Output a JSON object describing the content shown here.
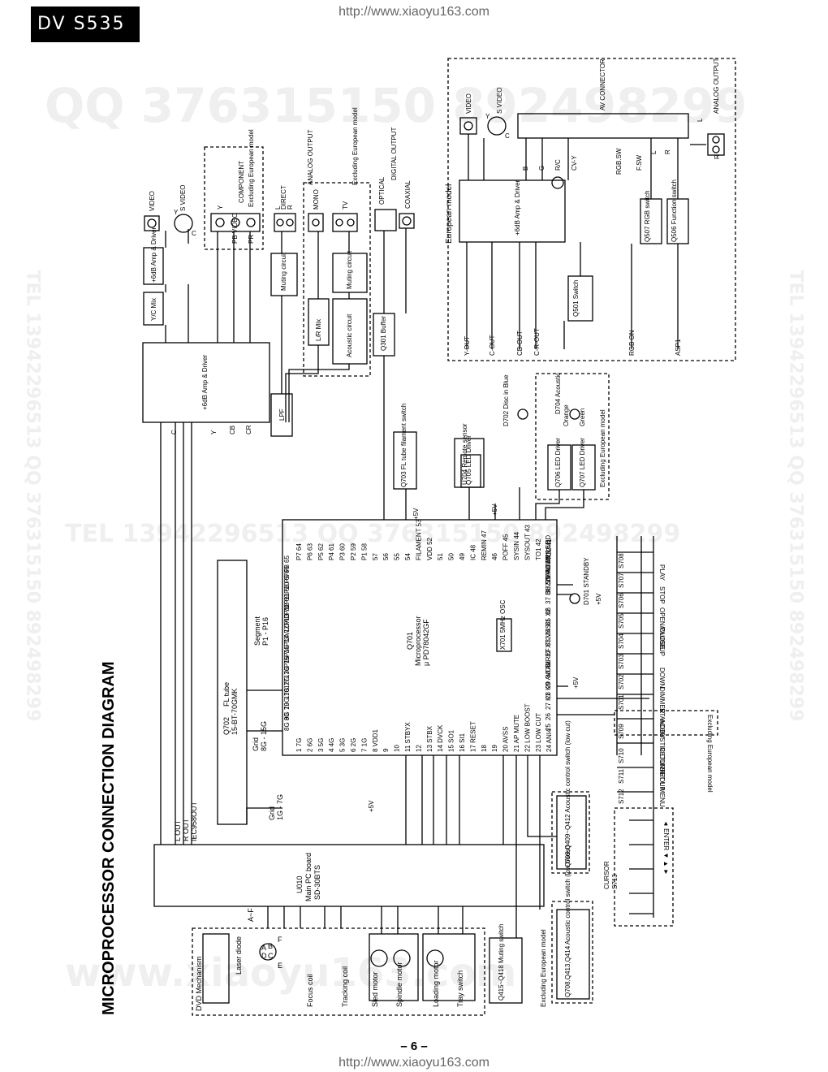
{
  "header": {
    "model_badge": "DV S535",
    "url_top": "http://www.xiaoyu163.com",
    "url_bottom": "http://www.xiaoyu163.com",
    "page_number": "– 6 –"
  },
  "watermarks": {
    "qq_line": "QQ 376315150  892498299",
    "tel_line": "TEL 13942296513  QQ 376315150  892498299",
    "www_line": "www.xiaoyu163.com",
    "side_left": "TEL 13942296513  QQ 376315150  892498299",
    "side_right": "TEL 13942296513  QQ 376315150  892498299"
  },
  "title": "MICROPROCESSOR CONNECTION DIAGRAM",
  "dvd_mechanism": {
    "title": "DVD Mechanism",
    "laser": "Laser diode",
    "focus": "Focus coil",
    "tracking": "Tracking coil",
    "sled": "Sled motor",
    "spindle": "Spindle motor",
    "loading": "Loading motor",
    "tray": "Tray switch",
    "pd_letters": [
      "E",
      "A",
      "B",
      "D",
      "C",
      "F"
    ]
  },
  "main_board": {
    "name": "U010",
    "line2": "Main PC board",
    "line3": "SD-30BTS",
    "af": "A~F",
    "outputs": [
      "L OUT",
      "R OUT",
      "IEC958OUT"
    ]
  },
  "fl_tube": {
    "ref": "Q702",
    "name": "FL tube",
    "part": "15-BT-70GMK",
    "segment": "Segment",
    "segment_range": "P1 - P16",
    "grid_a": "Grid",
    "grid_a_range": "8G - 15G",
    "grid_b": "Grid",
    "grid_b_range": "1G - 7G"
  },
  "micro": {
    "ref": "Q701",
    "name": "Microprocessor",
    "part": "μ PD78042GF",
    "pins_bottom": [
      "1 7G",
      "2 6G",
      "3 5G",
      "4 4G",
      "5 3G",
      "6 2G",
      "7 1G",
      "8 VDD1",
      "9",
      "10",
      "11 STBYX",
      "12",
      "13 STBX",
      "14 DVCK",
      "15 SO1",
      "16 SI1",
      "17 RESET",
      "18",
      "19",
      "20 AVSS",
      "21 AP MUTE",
      "22 LOW BOOST",
      "23 LOW CUT",
      "24 ANI4"
    ],
    "pins_left": [
      "8G 80",
      "9G 79",
      "10G 78",
      "11G 77",
      "12G 76",
      "13G 75",
      "P16 74",
      "P15 73",
      "P14 72",
      "VLOAD 71",
      "P13 70",
      "P12 69",
      "P11 68",
      "P10 67",
      "P9 66",
      "P8 65"
    ],
    "pins_right": [
      "25",
      "26",
      "27 K1",
      "28 K0",
      "29 AVDD",
      "30 AVREF",
      "31",
      "32 XT2",
      "33 VSS",
      "34 X1",
      "35 X2",
      "36",
      "37 BUZZER",
      "38 STANDBY LED",
      "39 POWER LED",
      "40 TI1"
    ],
    "pins_top": [
      "P7 64",
      "P6 63",
      "P5 62",
      "P4 61",
      "P3 60",
      "P2 59",
      "P1 58",
      "57",
      "56",
      "55",
      "54",
      "FILAMENT 53",
      "VDD 52",
      "51",
      "50",
      "49",
      "IC 48",
      "REMIN 47",
      "46",
      "POFF 45",
      "SYSIN 44",
      "SYSOUT 43",
      "TO1 42",
      "TO2 41"
    ],
    "v5_labels": [
      "+5V",
      "+5V",
      "+5V",
      "+5V",
      "+5V"
    ]
  },
  "switches": {
    "labels": [
      "PLAY",
      "STOP",
      "OPEN/CLOSE",
      "PAUSE",
      "UP",
      "DOWN",
      "DIMMER",
      "STANDBY"
    ],
    "refs": [
      "S708",
      "S707",
      "S706",
      "S705",
      "S704",
      "S703",
      "S702",
      "S701"
    ],
    "lower_labels": [
      "ACOUSTIC CONTROL",
      "RETURN",
      "SET UP",
      "MENU"
    ],
    "lower_refs": [
      "S709",
      "S710",
      "S711",
      "S712"
    ],
    "excluding": "Excluding European model",
    "cursor": "CURSOR",
    "cursor_ref": "S713",
    "cursor_keys": "◄ ENTER ▼ ▲ ►"
  },
  "blocks": {
    "osc": "X701 5MHz OSC",
    "d701": "D701 STANDBY",
    "remote": "U704 Remote sensor",
    "d702": "D702 Disc in Blue",
    "d704": "D704 Acoustic",
    "orange": "Orange",
    "green": "Green",
    "q705": "Q705 LED Driver",
    "q706": "Q706 LED Driver",
    "q707": "Q707 LED Driver",
    "excl_led": "Excluding European model",
    "q703": "Q703 FL tube filament switch",
    "q709": "Q709,Q409~Q412 Acoustic control switch (low cut)",
    "q708": "Q708,Q413,Q414 Acoustic control switch (low boost)",
    "excl_acoustic": "Excluding European model",
    "q415": "Q415~Q418 Muting switch",
    "lpf": "LPF",
    "amp": "+6dB Amp & Driver",
    "yc_mix": "Y/C Mix",
    "amp_small": "+6dB Amp & Driver",
    "lr_mix": "L/R Mix",
    "acoustic": "Acoustic circuit",
    "muting1": "Muting circuit",
    "muting2": "Muting circuit",
    "q301": "Q301 Buffer",
    "signals": [
      "C",
      "Y",
      "CB",
      "CR"
    ]
  },
  "outputs": {
    "video": "VIDEO",
    "svideo": "S VIDEO",
    "y": "Y",
    "c": "C",
    "component": "COMPONENT",
    "component_excl": "Excluding European model",
    "comp_y": "Y",
    "comp_pb": "PB VIDEO",
    "comp_pr": "PR",
    "direct": "DIRECT",
    "analog": "ANALOG OUTPUT",
    "mono": "MONO",
    "tv": "TV",
    "l": "L",
    "r": "R",
    "excl_analog": "Excluding European model",
    "optical": "OPTICAL",
    "coaxial": "COAXIAL",
    "digital": "DIGITAL OUTPUT"
  },
  "european": {
    "title": "European model",
    "yout": "Y-OUT",
    "cout": "C-OUT",
    "cbout": "CB-OUT",
    "crout": "C-R-OUT",
    "rgb_on": "RGB ON",
    "asp1": "ASP1",
    "amp": "+6dB Amp & Driver",
    "q501": "Q501 Switch",
    "q507": "Q507 RGB switch",
    "q506": "Q506 Function switch",
    "signals": [
      "B",
      "G",
      "R/C",
      "CV-Y"
    ],
    "rgb_sw": "RGB.SW",
    "fsw": "F.SW",
    "l": "L",
    "r": "R",
    "av": "AV CONNECTOR",
    "video": "VIDEO",
    "svideo": "S VIDEO",
    "y": "Y",
    "c": "C",
    "analog": "ANALOG OUTPUT",
    "al": "L",
    "ar": "R"
  }
}
